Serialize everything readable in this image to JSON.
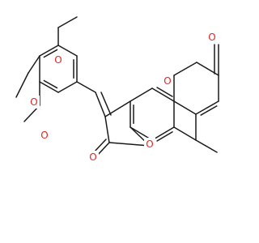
{
  "molecule": {
    "colors": {
      "bond": "#1a1a1a",
      "oxygen": "#e8231f",
      "carbon": "#1a1a1a"
    },
    "labels": {
      "o_ring_pyranone": "O",
      "o_carbonyl_pyranone": "O",
      "o_ring_furanone": "O",
      "o_carbonyl_furanone": "O",
      "o_methoxy_top": "O",
      "o_methoxy_mid": "O",
      "o_methoxy_bottom": "O"
    }
  }
}
